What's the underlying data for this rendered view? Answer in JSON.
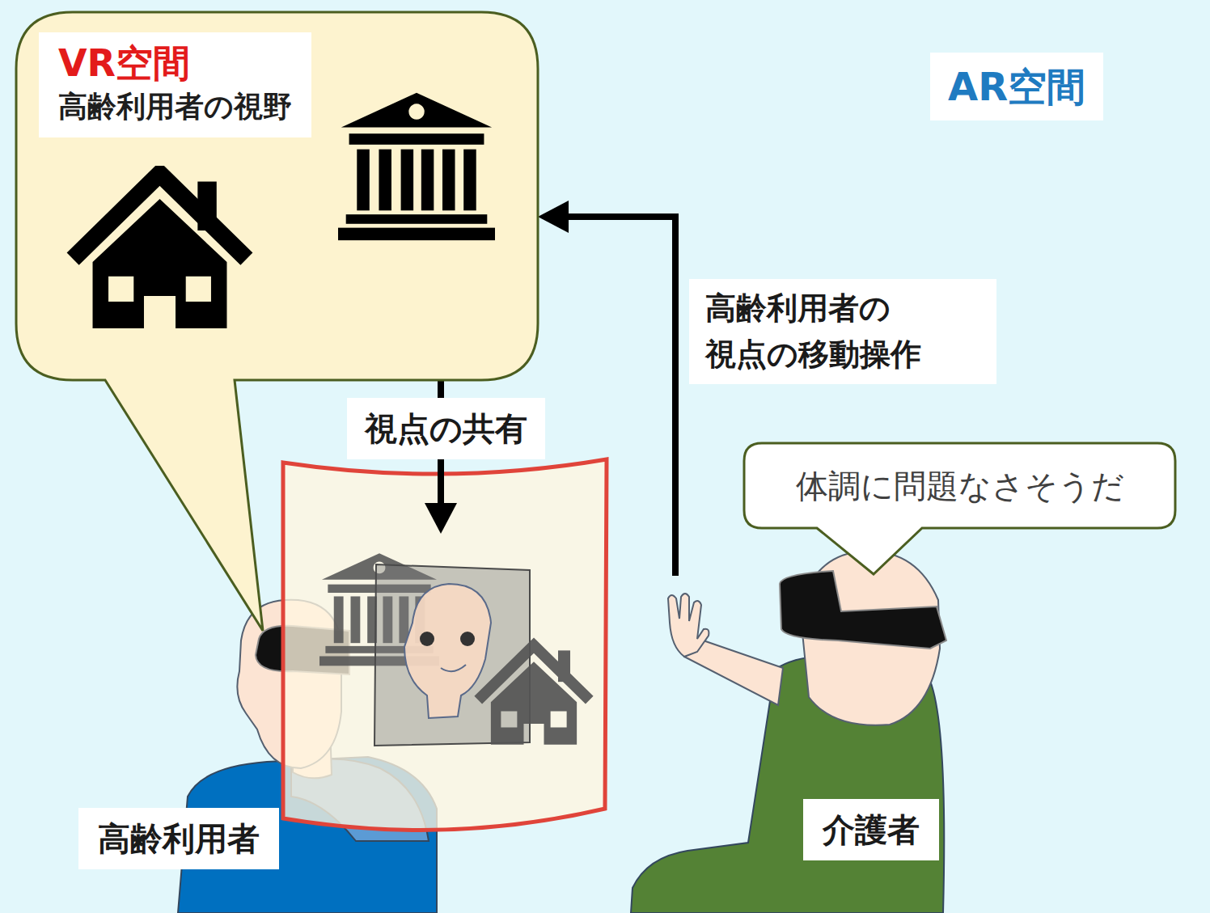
{
  "diagram": {
    "nodes": [
      {
        "text": [
          "VR空間",
          "高齢利用者の視野"
        ]
      },
      {
        "text": [
          "体調に問題なさそうだ"
        ]
      },
      {
        "text": [
          "高齢利用者"
        ]
      },
      {
        "text": [
          "介護者"
        ]
      }
    ],
    "edges": [
      {
        "from": 0,
        "to": 2,
        "label": "視点の共有",
        "arrow": "to"
      },
      {
        "from": 3,
        "to": 0,
        "label": "高齢利用者の 視点の移動操作",
        "arrow": "to"
      }
    ],
    "labels": [
      "AR空間"
    ]
  }
}
